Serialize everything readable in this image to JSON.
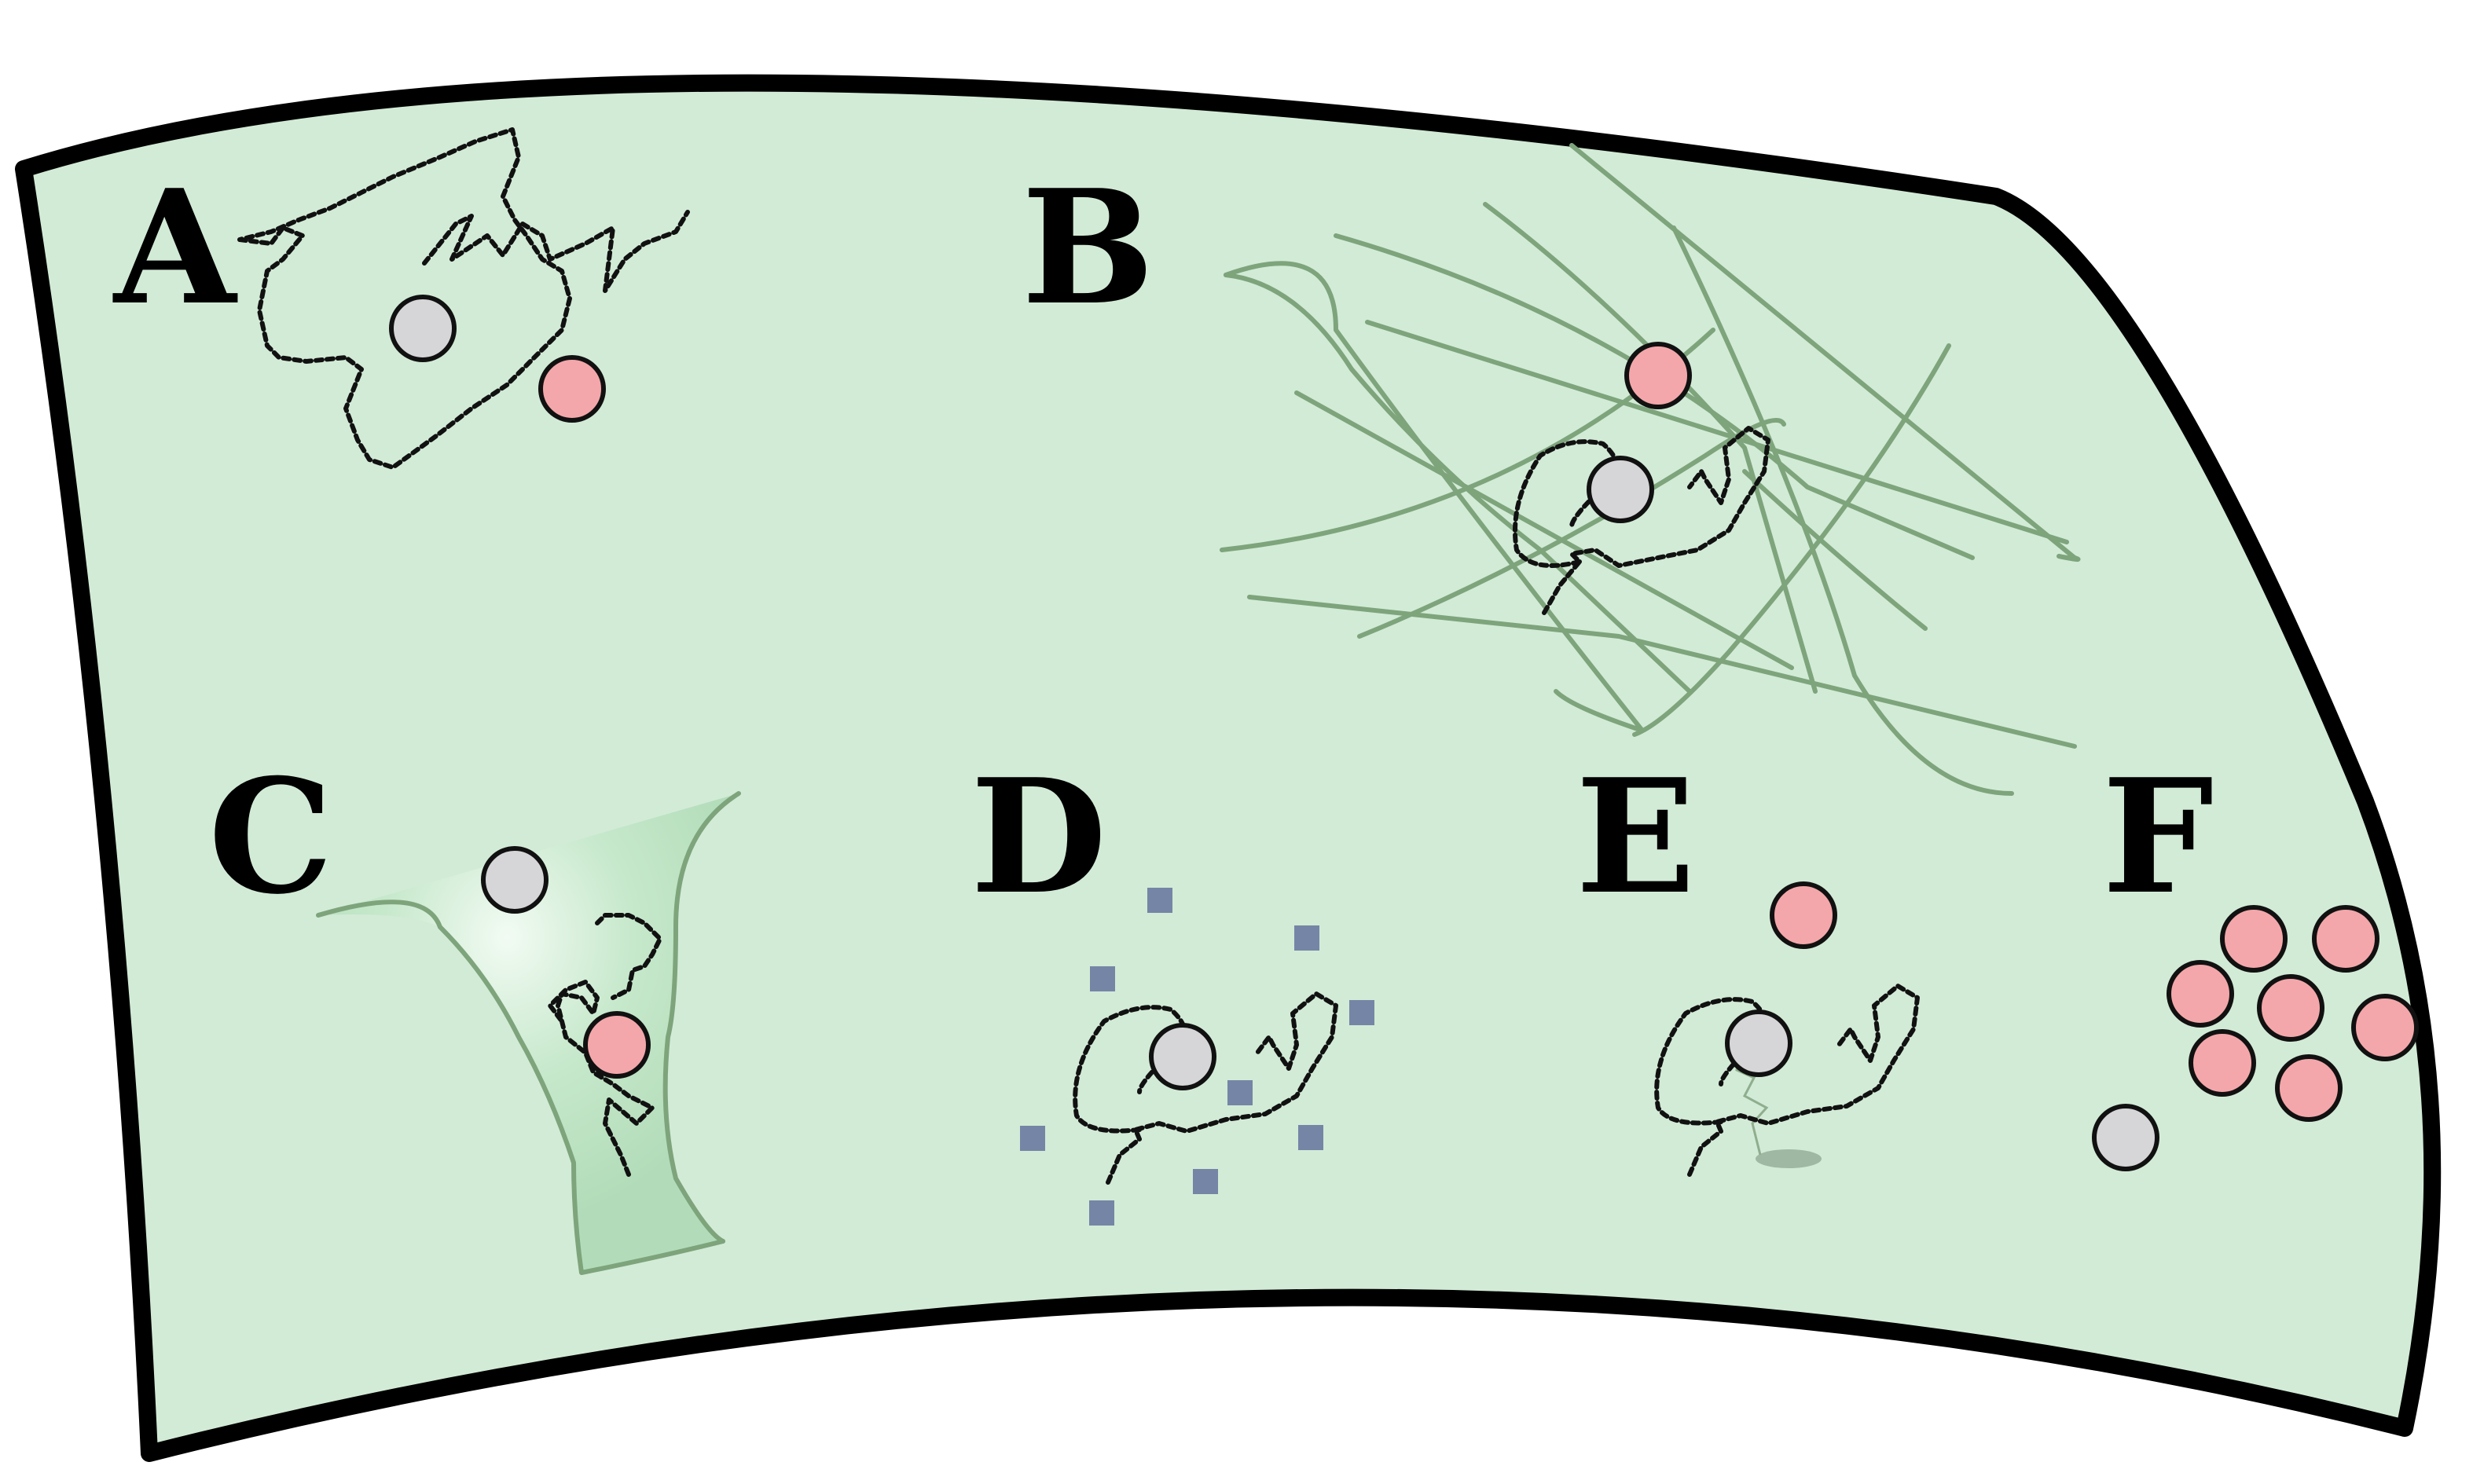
{
  "panels": [
    {
      "letter": "A"
    },
    {
      "letter": "B"
    },
    {
      "letter": "C"
    },
    {
      "letter": "D"
    },
    {
      "letter": "E"
    },
    {
      "letter": "F"
    }
  ],
  "colors": {
    "membrane_fill": "#d2ebd6",
    "membrane_stroke": "#000000",
    "grey_particle": "#d6d6d8",
    "pink_particle": "#f4a7aa",
    "fiber": "#7ea47c",
    "channel_fill": "#b7e0bd",
    "obstacle": "#7585a6"
  }
}
